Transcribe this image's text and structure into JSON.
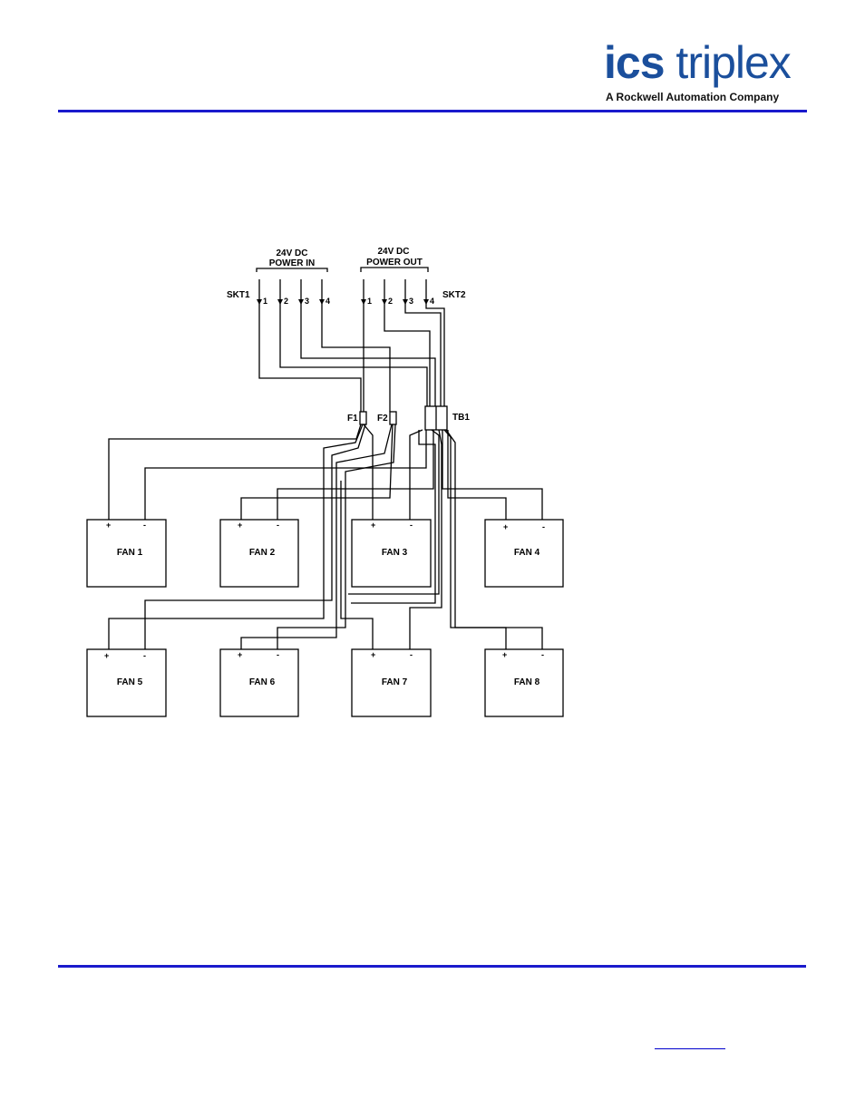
{
  "header": {
    "logo_bold": "ics",
    "logo_light": "triplex",
    "tagline": "A Rockwell Automation Company"
  },
  "diagram": {
    "power_in_label_1": "24V DC",
    "power_in_label_2": "POWER IN",
    "power_out_label_1": "24V DC",
    "power_out_label_2": "POWER OUT",
    "skt1": "SKT1",
    "skt2": "SKT2",
    "pin_labels": [
      "1",
      "2",
      "3",
      "4"
    ],
    "f1": "F1",
    "f2": "F2",
    "tb1": "TB1",
    "plus": "+",
    "minus": "-",
    "fans": [
      "FAN 1",
      "FAN 2",
      "FAN 3",
      "FAN 4",
      "FAN 5",
      "FAN 6",
      "FAN 7",
      "FAN 8"
    ]
  },
  "colors": {
    "rule": "#1a1acc",
    "logo": "#1b4f9c"
  }
}
